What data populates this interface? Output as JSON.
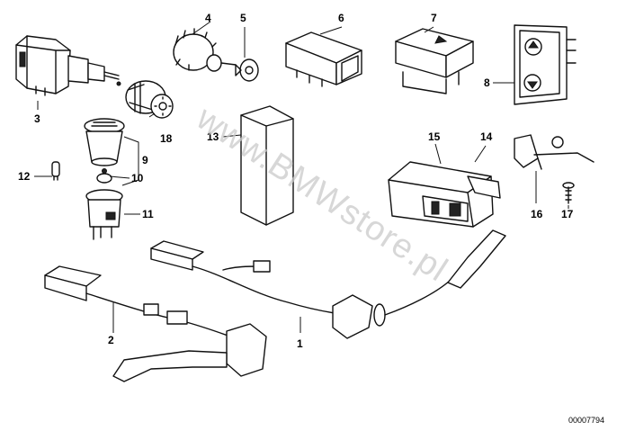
{
  "diagram": {
    "callouts": [
      {
        "id": "c1",
        "text": "1"
      },
      {
        "id": "c2",
        "text": "2"
      },
      {
        "id": "c3",
        "text": "3"
      },
      {
        "id": "c4",
        "text": "4"
      },
      {
        "id": "c5",
        "text": "5"
      },
      {
        "id": "c6",
        "text": "6"
      },
      {
        "id": "c7",
        "text": "7"
      },
      {
        "id": "c8",
        "text": "8"
      },
      {
        "id": "c9",
        "text": "9"
      },
      {
        "id": "c10",
        "text": "10"
      },
      {
        "id": "c11",
        "text": "11"
      },
      {
        "id": "c12",
        "text": "12"
      },
      {
        "id": "c13",
        "text": "13"
      },
      {
        "id": "c14",
        "text": "14"
      },
      {
        "id": "c15",
        "text": "15"
      },
      {
        "id": "c16",
        "text": "16"
      },
      {
        "id": "c17",
        "text": "17"
      },
      {
        "id": "c18",
        "text": "18"
      }
    ],
    "watermark": "www.BMWstore.pl",
    "reference_number": "00007794"
  }
}
